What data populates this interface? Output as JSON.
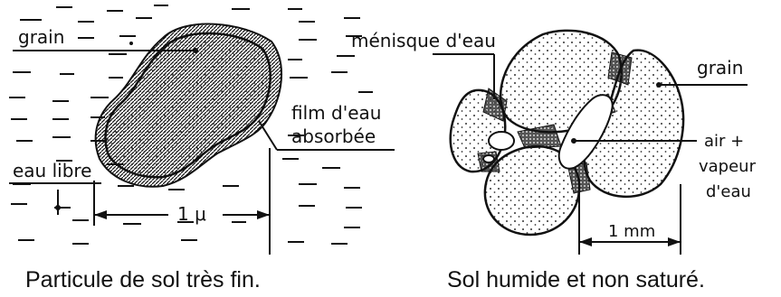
{
  "left_panel": {
    "label_grain": "grain",
    "label_film": "film d'eau",
    "label_film_2": "absorbée",
    "label_free_water": "eau libre",
    "dimension": "1 μ",
    "caption": "Particule de sol très fin."
  },
  "right_panel": {
    "label_meniscus": "ménisque d'eau",
    "label_grain": "grain",
    "label_air": "air +",
    "label_air_2": "vapeur",
    "label_air_3": "d'eau",
    "dimension": "1 mm",
    "caption": "Sol humide et non saturé."
  },
  "colors": {
    "ink": "#111111",
    "background": "#ffffff"
  }
}
